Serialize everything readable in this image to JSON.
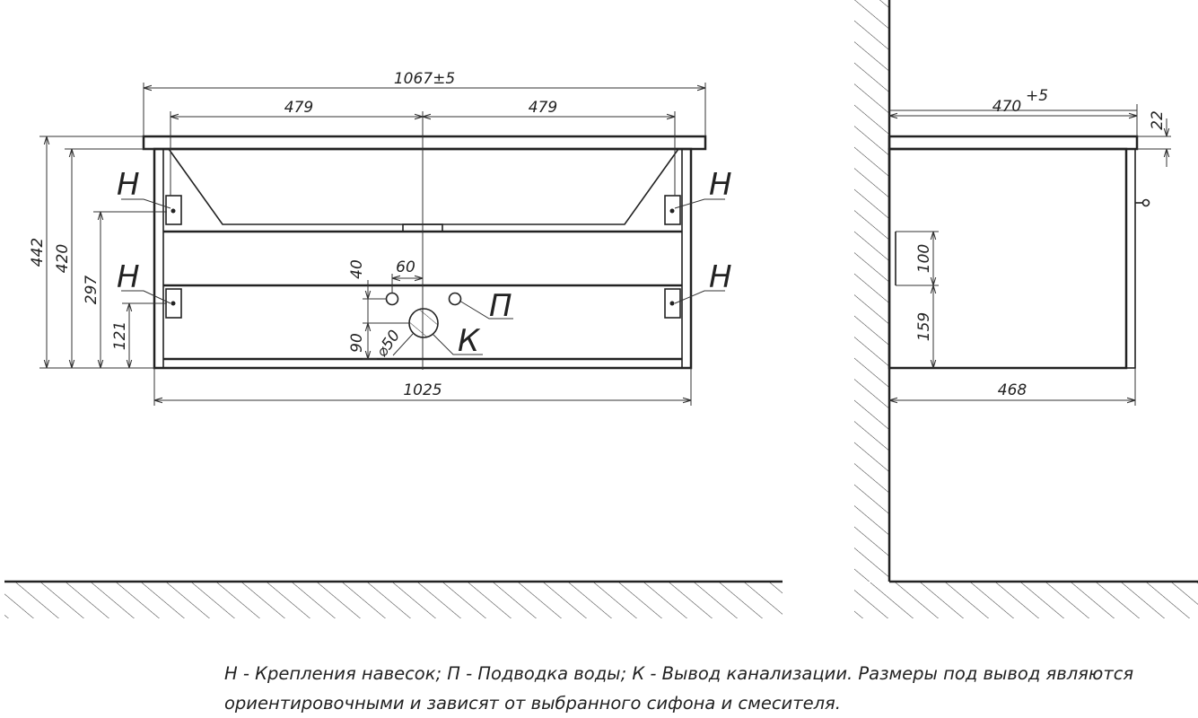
{
  "dimensions": {
    "overall_top_width": "1067±5",
    "half_left": "479",
    "half_right": "479",
    "bottom_width": "1025",
    "height_total": "442",
    "height_body": "420",
    "mount_upper": "297",
    "mount_lower": "121",
    "water_offset_v": "40",
    "water_offset_h": "60",
    "drain_height": "90",
    "drain_diameter": "⌀50",
    "side_depth": "470",
    "side_depth_tol": "+5",
    "side_top_thickness": "22",
    "side_zone_upper": "100",
    "side_zone_lower": "159",
    "side_bottom_depth": "468"
  },
  "markers": {
    "mount": "Н",
    "water": "П",
    "drain": "К"
  },
  "legend": {
    "line1": "Н - Крепления навесок; П - Подводка воды; К - Вывод канализации. Размеры под вывод являются",
    "line2": "ориентировочными и зависят от выбранного сифона и смесителя."
  }
}
